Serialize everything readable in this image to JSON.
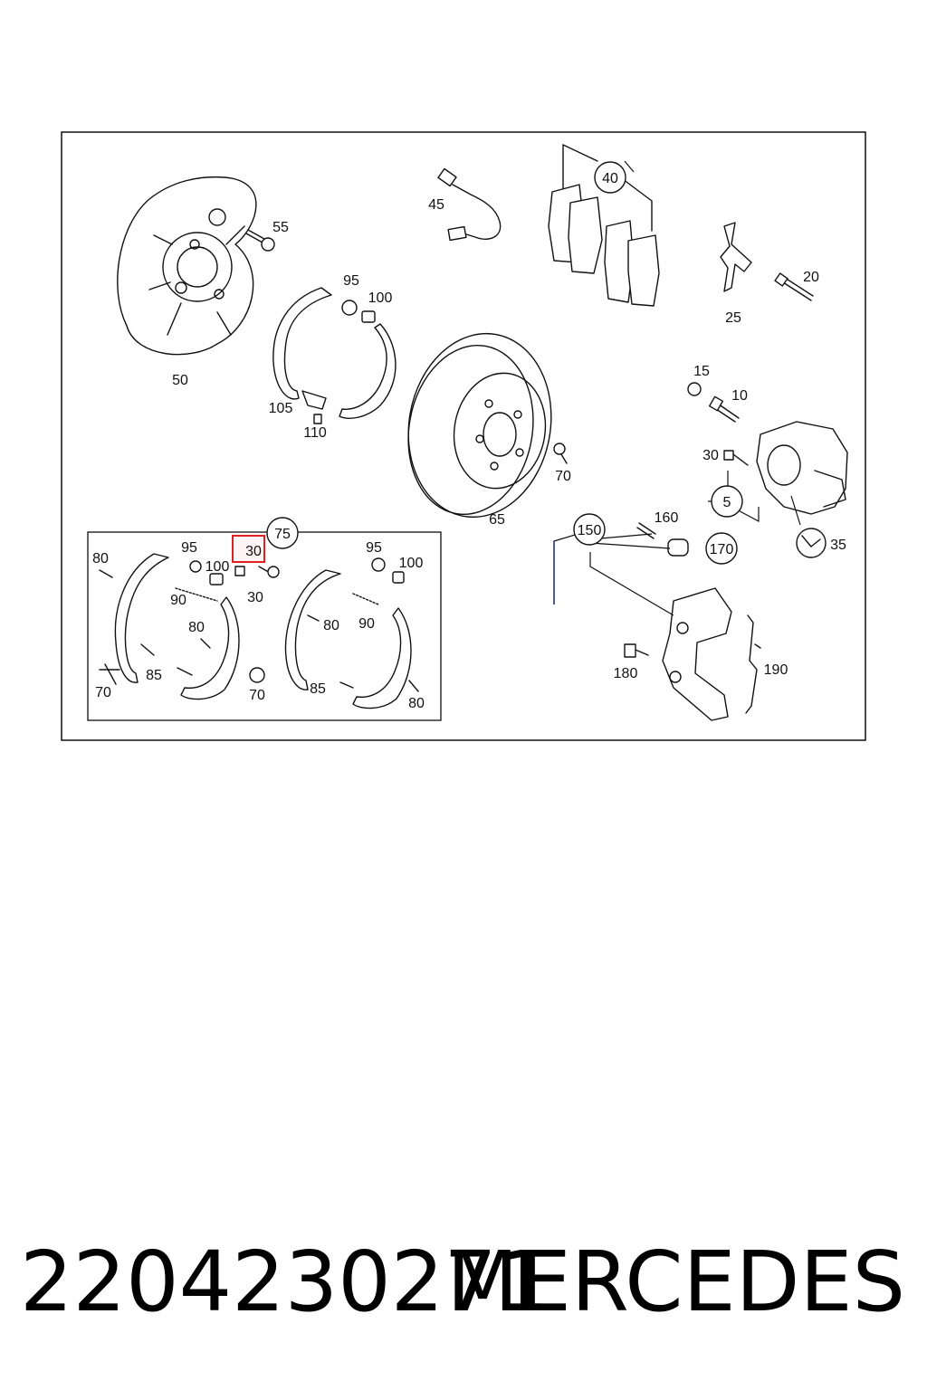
{
  "diagram": {
    "callouts": {
      "c40": "40",
      "c45": "45",
      "c55": "55",
      "c50": "50",
      "c95a": "95",
      "c100a": "100",
      "c105": "105",
      "c110": "110",
      "c65": "65",
      "c70a": "70",
      "c20": "20",
      "c25": "25",
      "c15": "15",
      "c10": "10",
      "c30a": "30",
      "c5": "5",
      "c35": "35",
      "c160": "160",
      "c170": "170",
      "c150": "150",
      "c180": "180",
      "c190": "190",
      "c75": "75",
      "c80a": "80",
      "c95b": "95",
      "c100b": "100",
      "c30hl": "30",
      "c30b": "30",
      "c90a": "90",
      "c80b": "80",
      "c85a": "85",
      "c70b": "70",
      "c70c": "70",
      "c95c": "95",
      "c100c": "100",
      "c80c": "80",
      "c90b": "90",
      "c85b": "85",
      "c80d": "80"
    },
    "highlight_color": "#e02020"
  },
  "footer": {
    "part_number": "2204230271",
    "brand": "MERCEDES"
  }
}
